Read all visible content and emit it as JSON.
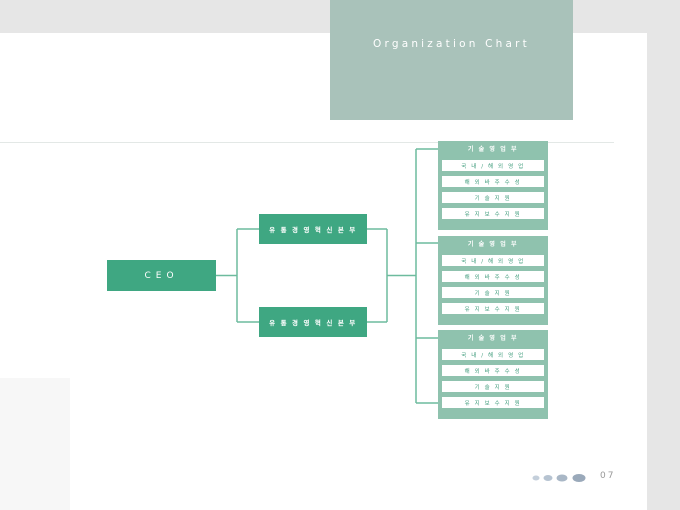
{
  "header": {
    "title": "Organization Chart"
  },
  "ceo": {
    "label": "CEO"
  },
  "divisions": [
    {
      "label": "유 통 경 영 혁 신 본 부"
    },
    {
      "label": "유 통 경 영 혁 신 본 부"
    }
  ],
  "teams": [
    {
      "header": "기 술 영 업 부",
      "items": [
        "국 내 / 해 외  영 업",
        "해 외  바 주 수 성",
        "기 술 지 원",
        "유 지 보 수  지 원"
      ]
    },
    {
      "header": "기 술 영 업 부",
      "items": [
        "국 내 / 해 외  영 업",
        "해 외  바 주 수 성",
        "기 술 지 원",
        "유 지 보 수  지 원"
      ]
    },
    {
      "header": "기 술 영 업 부",
      "items": [
        "국 내 / 해 외  영 업",
        "해 외  바 주 수 성",
        "기 술 지 원",
        "유 지 보 수  지 원"
      ]
    }
  ],
  "footer": {
    "page_number": "07"
  },
  "colors": {
    "accent": "#3fa782",
    "light_accent": "#8fc2ae",
    "header_block": "#a9c2ba",
    "connector": "#6dbb9e"
  }
}
